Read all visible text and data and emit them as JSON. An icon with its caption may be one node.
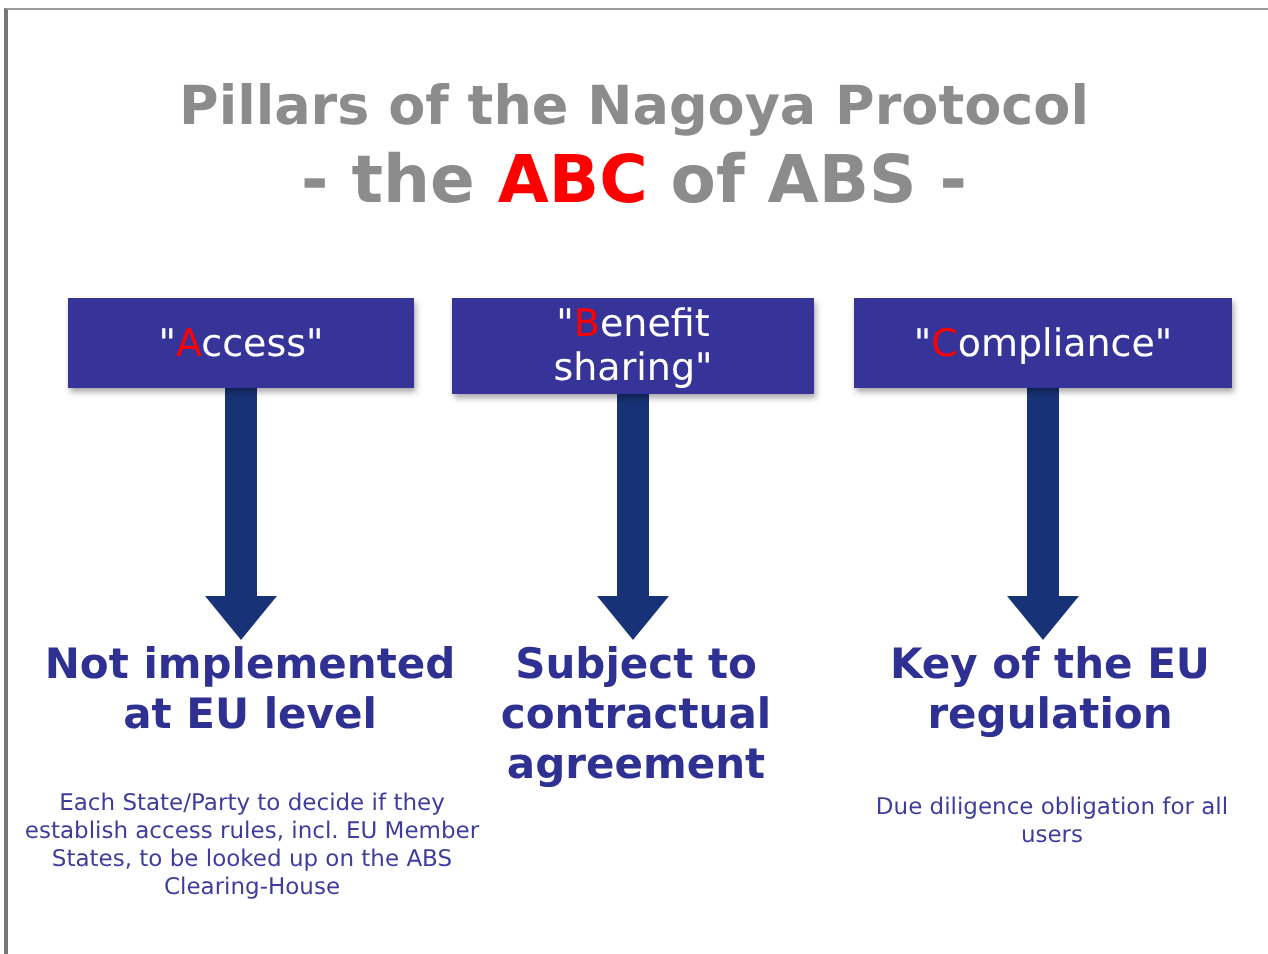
{
  "diagram": {
    "title": "Pillars of the Nagoya Protocol",
    "nodes": [
      {
        "text": [
          "\"**A**ccess\""
        ]
      },
      {
        "text": [
          "\"**B**enefit sharing\""
        ]
      },
      {
        "text": [
          "\"**C**ompliance\""
        ]
      },
      {
        "text": [
          "Not implemented at EU level"
        ]
      },
      {
        "text": [
          "Subject to contractual agreement"
        ]
      },
      {
        "text": [
          "Key of the EU regulation"
        ]
      }
    ],
    "edges": [
      {
        "from": 0,
        "to": 3,
        "arrow": "to"
      },
      {
        "from": 1,
        "to": 4,
        "arrow": "to"
      },
      {
        "from": 2,
        "to": 5,
        "arrow": "to"
      }
    ],
    "labels": [
      "- the **ABC** of ABS -",
      "Each State/Party to decide if they establish access rules, incl. EU Member States, to be looked up on the ABS Clearing-House",
      "Due diligence obligation for all users"
    ]
  }
}
